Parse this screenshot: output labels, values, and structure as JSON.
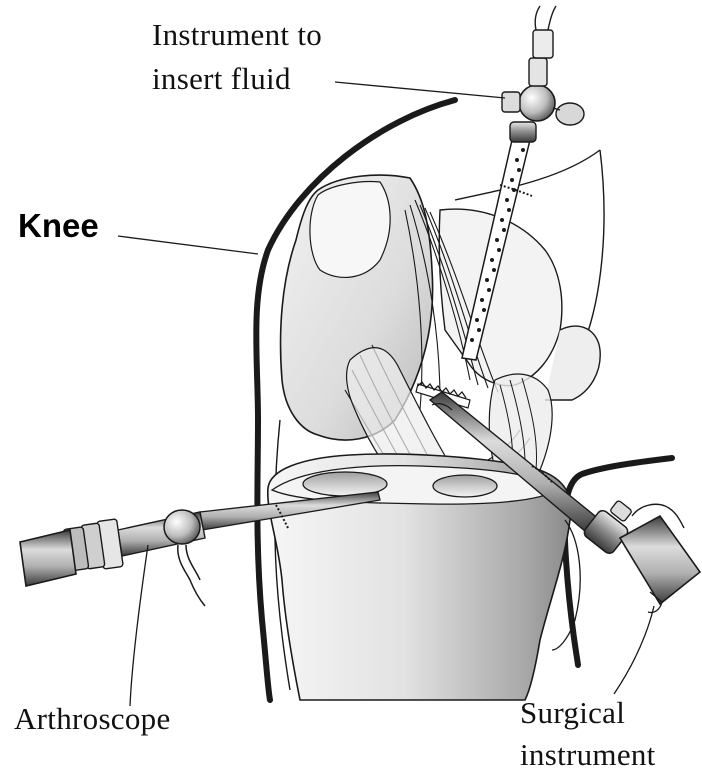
{
  "labels": {
    "instrument_fluid_line1": "Instrument to",
    "instrument_fluid_line2": "insert fluid",
    "knee": "Knee",
    "arthroscope": "Arthroscope",
    "surgical_line1": "Surgical",
    "surgical_line2": "instrument"
  },
  "colors": {
    "line": "#1a1a1a",
    "bone_light": "#eeeeee",
    "bone_mid": "#cfcfcf",
    "bone_dark": "#9a9a9a",
    "metal_light": "#d8d8d8",
    "metal_dark": "#5a5a5a"
  }
}
